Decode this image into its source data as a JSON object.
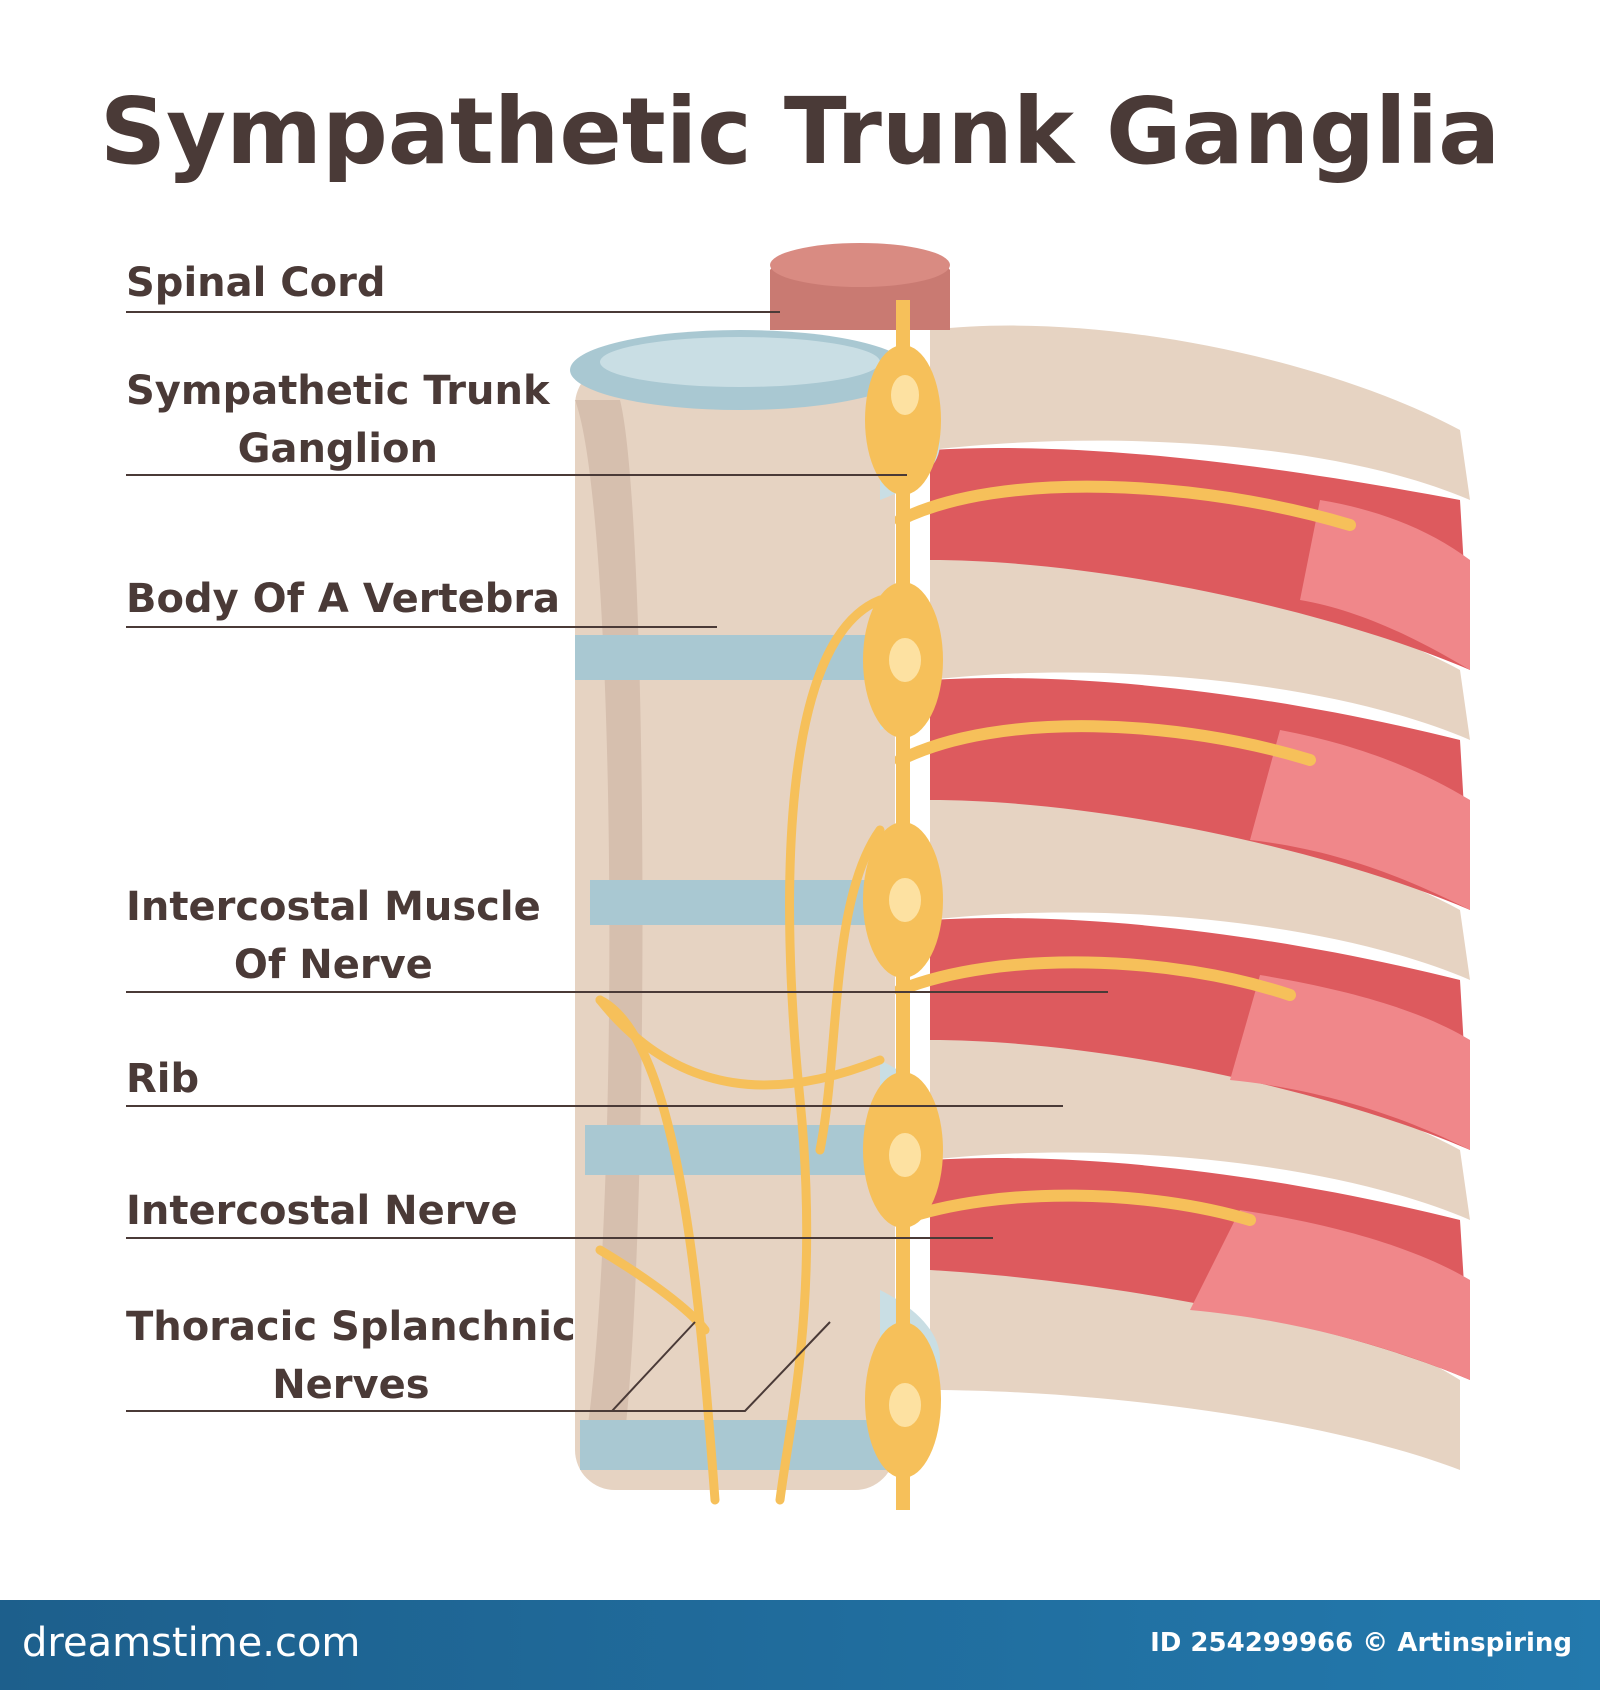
{
  "diagram": {
    "title": "Sympathetic Trunk Ganglia",
    "labels": {
      "spinal_cord": "Spinal Cord",
      "sympathetic_trunk_ganglion": [
        "Sympathetic Trunk",
        "Ganglion"
      ],
      "body_of_vertebra": "Body Of A Vertebra",
      "intercostal_muscle": [
        "Intercostal Muscle",
        "Of Nerve"
      ],
      "rib": "Rib",
      "intercostal_nerve": "Intercostal Nerve",
      "thoracic_splanchnic": [
        "Thoracic Splanchnic",
        "Nerves"
      ]
    },
    "colors": {
      "text": "#4a3a37",
      "bone": "#e6d3c2",
      "bone_shade": "#d6bfae",
      "disc": "#a9c8d2",
      "disc_light": "#c9dee4",
      "spinal_cord": "#c97a72",
      "muscle_dark": "#dd5a5e",
      "muscle_light": "#f0878a",
      "nerve": "#f6c05a",
      "nerve_light": "#fde1a1"
    }
  },
  "footer": {
    "brand": "dreamstime.com",
    "credit": "ID 254299966 © Artinspiring"
  }
}
